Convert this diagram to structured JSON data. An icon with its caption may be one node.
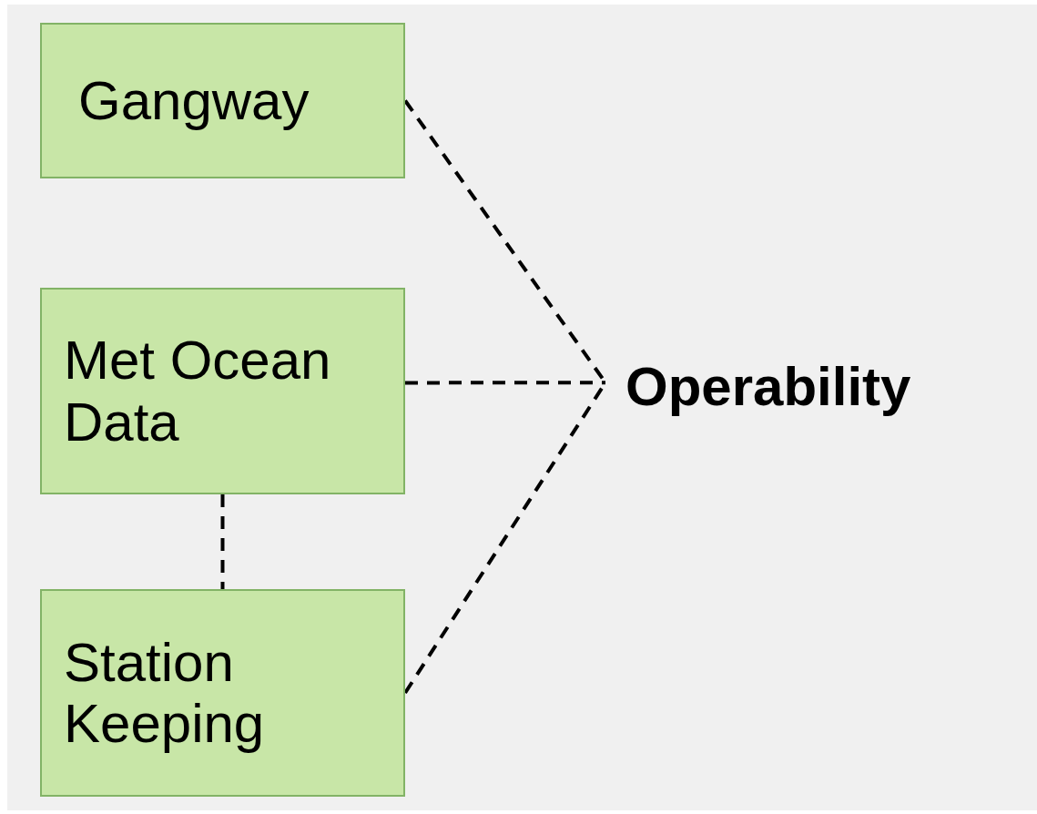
{
  "diagram": {
    "nodes": [
      {
        "text": [
          "Gangway"
        ]
      },
      {
        "text": [
          "Met Ocean Data"
        ]
      },
      {
        "text": [
          "Station Keeping"
        ]
      },
      {
        "text": [
          "Operability"
        ]
      }
    ],
    "edges": [
      {
        "from": 0,
        "to": 3,
        "arrow": "none",
        "style": "dashed"
      },
      {
        "from": 1,
        "to": 3,
        "arrow": "none",
        "style": "dashed"
      },
      {
        "from": 2,
        "to": 3,
        "arrow": "none",
        "style": "dashed"
      },
      {
        "from": 1,
        "to": 2,
        "arrow": "none",
        "style": "dashed"
      }
    ]
  }
}
